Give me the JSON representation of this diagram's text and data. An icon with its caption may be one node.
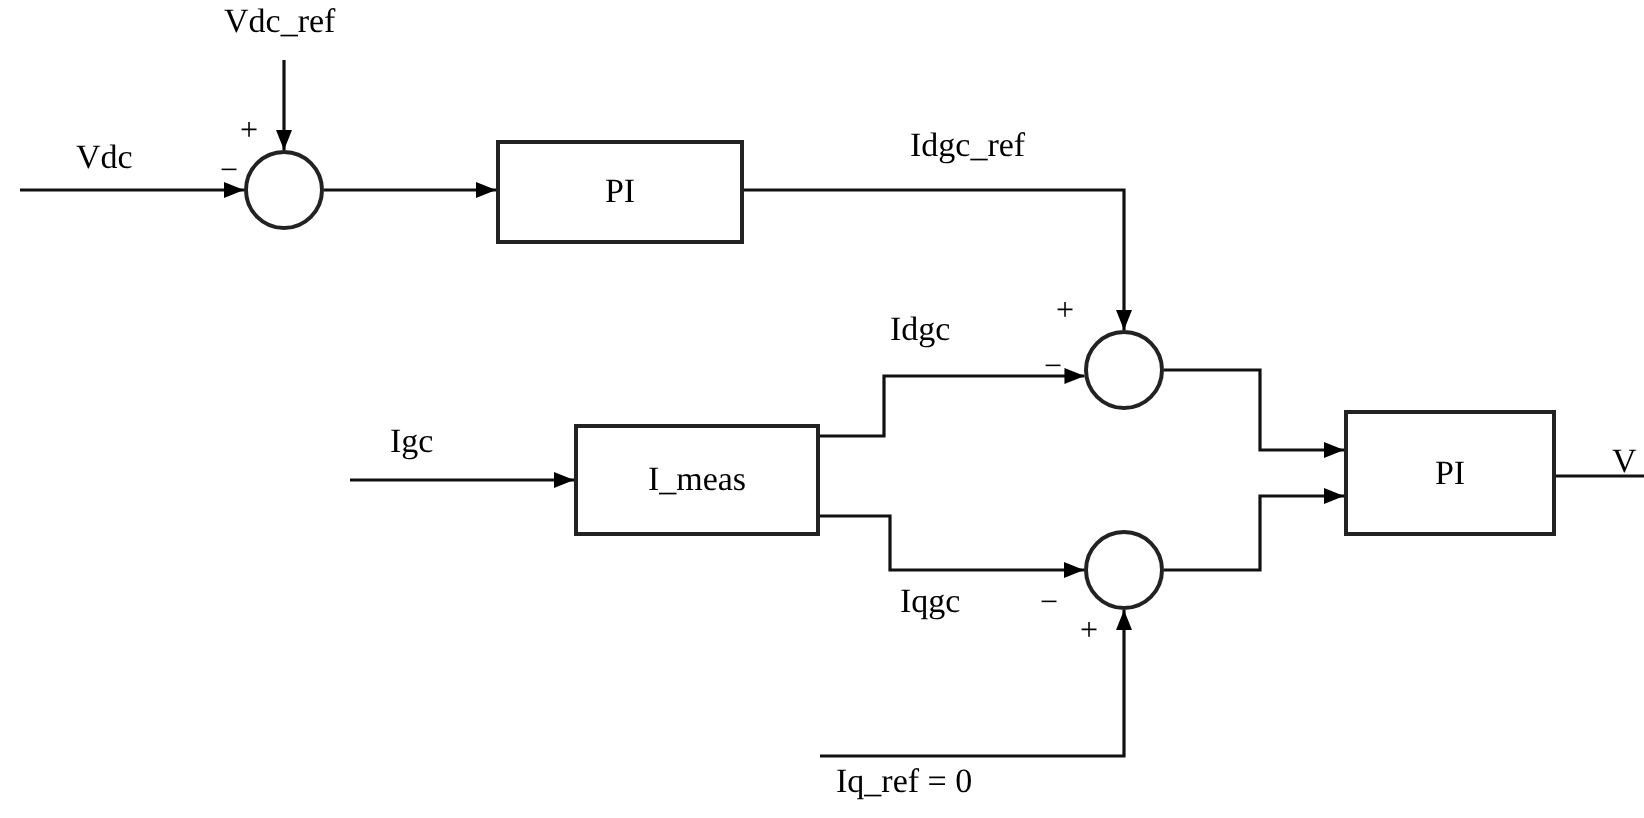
{
  "diagram": {
    "nodes": [
      {
        "text": [],
        "shape": "circle"
      },
      {
        "text": [
          "PI"
        ]
      },
      {
        "text": [],
        "shape": "circle"
      },
      {
        "text": [],
        "shape": "circle"
      },
      {
        "text": [
          "I_meas"
        ]
      },
      {
        "text": [
          "PI"
        ]
      }
    ],
    "edges": [
      {
        "from": null,
        "to": 0,
        "arrow": "to",
        "label": "Vdc"
      },
      {
        "from": null,
        "to": 0,
        "arrow": "to",
        "label": "Vdc_ref"
      },
      {
        "from": 0,
        "to": 1,
        "arrow": "to"
      },
      {
        "from": 1,
        "to": 2,
        "arrow": "to",
        "label": "Idgc_ref"
      },
      {
        "from": null,
        "to": 4,
        "arrow": "to",
        "label": "Igc"
      },
      {
        "from": 4,
        "to": 2,
        "arrow": "to",
        "label": "Idgc"
      },
      {
        "from": 4,
        "to": 3,
        "arrow": "to",
        "label": "Iqgc"
      },
      {
        "from": null,
        "to": 3,
        "arrow": "to",
        "label": "Iq_ref = 0"
      },
      {
        "from": 2,
        "to": 5,
        "arrow": "to"
      },
      {
        "from": 3,
        "to": 5,
        "arrow": "to"
      },
      {
        "from": 5,
        "to": null,
        "arrow": "none",
        "label": "V"
      }
    ],
    "labels": [
      "+",
      "−",
      "+",
      "−",
      "−",
      "+"
    ]
  }
}
